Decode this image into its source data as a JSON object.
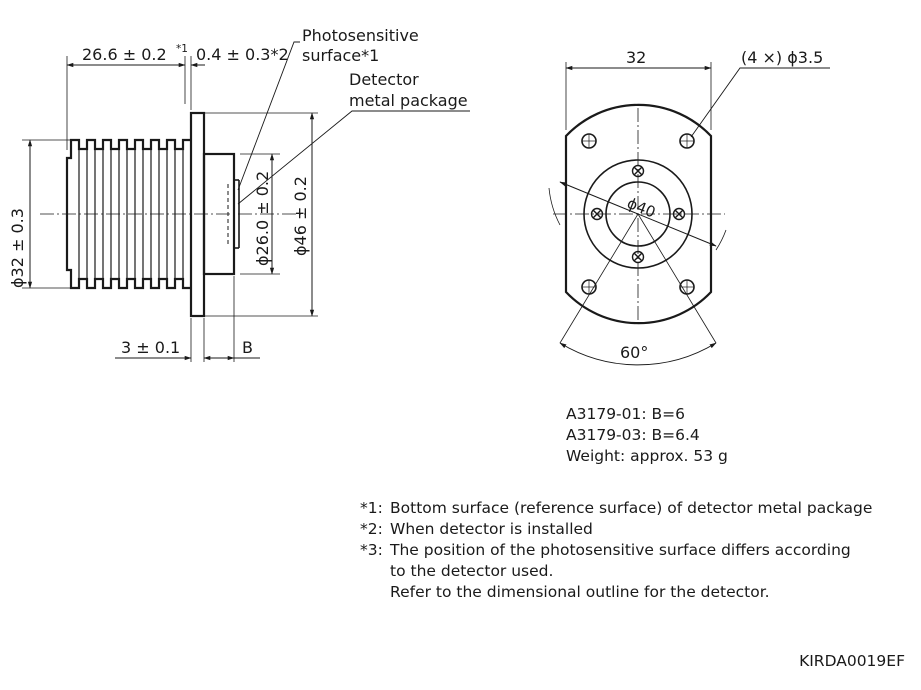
{
  "side_view": {
    "dim_length": "26.6 ± 0.2",
    "star1_mark": "*1",
    "dim_gap": "0.4 ± 0.3*2",
    "label_photosensitive": "Photosensitive",
    "label_surface": "surface*1",
    "label_detector": "Detector",
    "label_metal_package": "metal package",
    "dim_outer_dia": "ϕ32 ± 0.3",
    "dim_inner_dia": "ϕ26.0 ± 0.2",
    "dim_flange_dia": "ϕ46 ± 0.2",
    "dim_flange_thick": "3 ± 0.1",
    "dim_b": "B"
  },
  "front_view": {
    "dim_width": "32",
    "dim_holes": "(4 ×) ϕ3.5",
    "dim_pcd": "ϕ40",
    "dim_angle": "60°"
  },
  "variants": [
    "A3179-01: B=6",
    "A3179-03: B=6.4",
    "Weight: approx. 53 g"
  ],
  "notes": [
    {
      "mark": "*1:",
      "lines": [
        "Bottom surface (reference surface) of detector metal package"
      ]
    },
    {
      "mark": "*2:",
      "lines": [
        "When detector is installed"
      ]
    },
    {
      "mark": "*3:",
      "lines": [
        "The position of the photosensitive surface differs according",
        "to the detector used.",
        "Refer to the dimensional outline for the detector."
      ]
    }
  ],
  "drawing_code": "KIRDA0019EF"
}
